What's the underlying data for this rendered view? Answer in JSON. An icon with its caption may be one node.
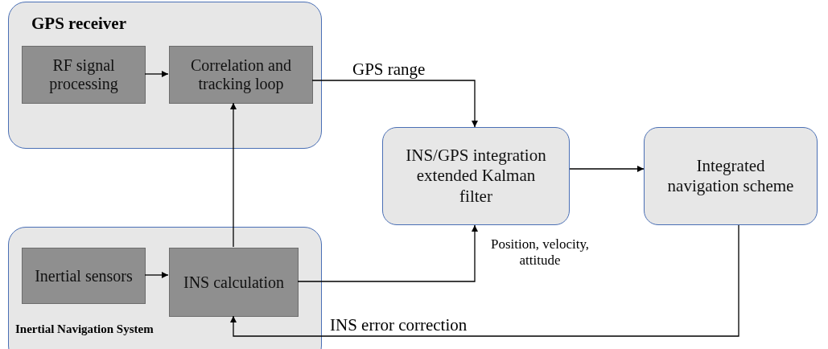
{
  "diagram": {
    "nodes": [
      {
        "text": [
          "GPS receiver"
        ]
      },
      {
        "text": [
          "RF signal processing"
        ],
        "in": 0
      },
      {
        "text": [
          "Correlation and tracking loop"
        ],
        "in": 0
      },
      {
        "text": [
          "INS/GPS integration extended Kalman filter"
        ]
      },
      {
        "text": [
          "Integrated navigation scheme"
        ]
      },
      {
        "text": [
          "Inertial Navigation System"
        ]
      },
      {
        "text": [
          "Inertial sensors"
        ],
        "in": 5
      },
      {
        "text": [
          "INS calculation"
        ],
        "in": 5
      }
    ],
    "edges": [
      {
        "from": 1,
        "to": 2,
        "arrow": "to"
      },
      {
        "from": 2,
        "to": 3,
        "arrow": "to",
        "label": "GPS range"
      },
      {
        "from": 7,
        "to": 2,
        "arrow": "to"
      },
      {
        "from": 6,
        "to": 7,
        "arrow": "to"
      },
      {
        "from": 7,
        "to": 3,
        "arrow": "to",
        "label": "Position, velocity, attitude"
      },
      {
        "from": 3,
        "to": 4,
        "arrow": "to"
      },
      {
        "from": 4,
        "to": 7,
        "arrow": "to",
        "label": "INS error correction"
      }
    ]
  }
}
